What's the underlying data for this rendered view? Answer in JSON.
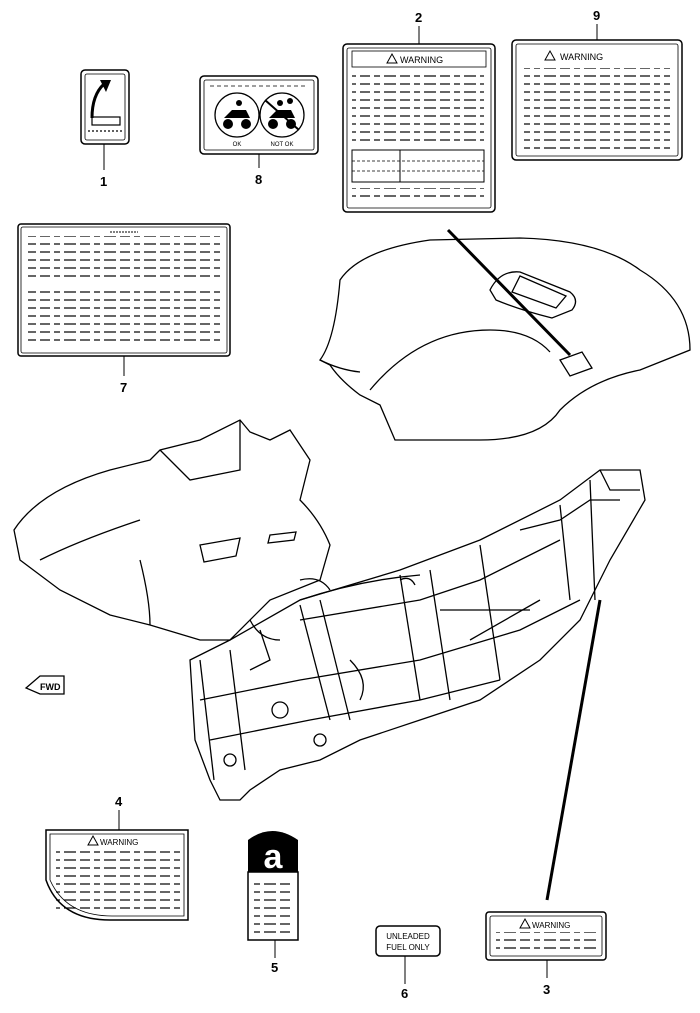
{
  "callouts": {
    "c1": "1",
    "c2": "2",
    "c3": "3",
    "c4": "4",
    "c5": "5",
    "c6": "6",
    "c7": "7",
    "c8": "8",
    "c9": "9"
  },
  "labels": {
    "warning_2": "WARNING",
    "warning_9": "WARNING",
    "warning_4": "WARNING",
    "warning_3": "WARNING",
    "decal_8_ok": "OK",
    "decal_8_not_ok": "NOT OK",
    "decal_5_letter": "a",
    "fuel_line1": "UNLEADED",
    "fuel_line2": "FUEL ONLY",
    "fwd": "FWD"
  },
  "colors": {
    "line": "#000000",
    "background": "#ffffff"
  }
}
